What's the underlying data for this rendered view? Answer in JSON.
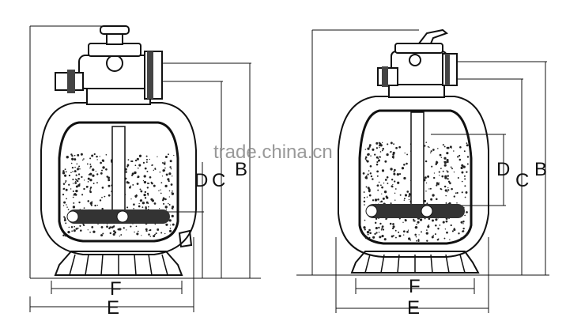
{
  "watermark": "trade.china.cn",
  "left_filter": {
    "valve_type": "top-mount multiport valve",
    "labels": {
      "B": "B",
      "C": "C",
      "D": "D",
      "E": "E",
      "F": "F"
    }
  },
  "right_filter": {
    "valve_type": "top-mount multiport valve with pressure gauge",
    "labels": {
      "B": "B",
      "C": "C",
      "D": "D",
      "E": "E",
      "F": "F"
    }
  }
}
